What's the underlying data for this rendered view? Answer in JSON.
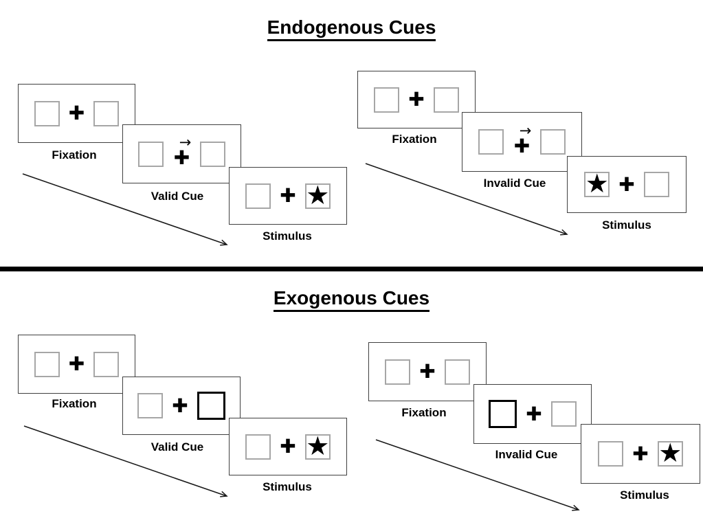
{
  "sections": {
    "endogenous": {
      "title": "Endogenous Cues",
      "left_group": {
        "fixation_label": "Fixation",
        "cue_label": "Valid Cue",
        "stimulus_label": "Stimulus"
      },
      "right_group": {
        "fixation_label": "Fixation",
        "cue_label": "Invalid Cue",
        "stimulus_label": "Stimulus"
      }
    },
    "exogenous": {
      "title": "Exogenous Cues",
      "left_group": {
        "fixation_label": "Fixation",
        "cue_label": "Valid Cue",
        "stimulus_label": "Stimulus"
      },
      "right_group": {
        "fixation_label": "Fixation",
        "cue_label": "Invalid Cue",
        "stimulus_label": "Stimulus"
      }
    }
  },
  "symbols": {
    "fixation_cross": "✚",
    "target_star": "★",
    "cue_arrow": "→"
  },
  "colors": {
    "ink": "#000000",
    "panel_border": "#3f3f3f",
    "box_border": "#a6a6a6",
    "divider": "#000000"
  }
}
